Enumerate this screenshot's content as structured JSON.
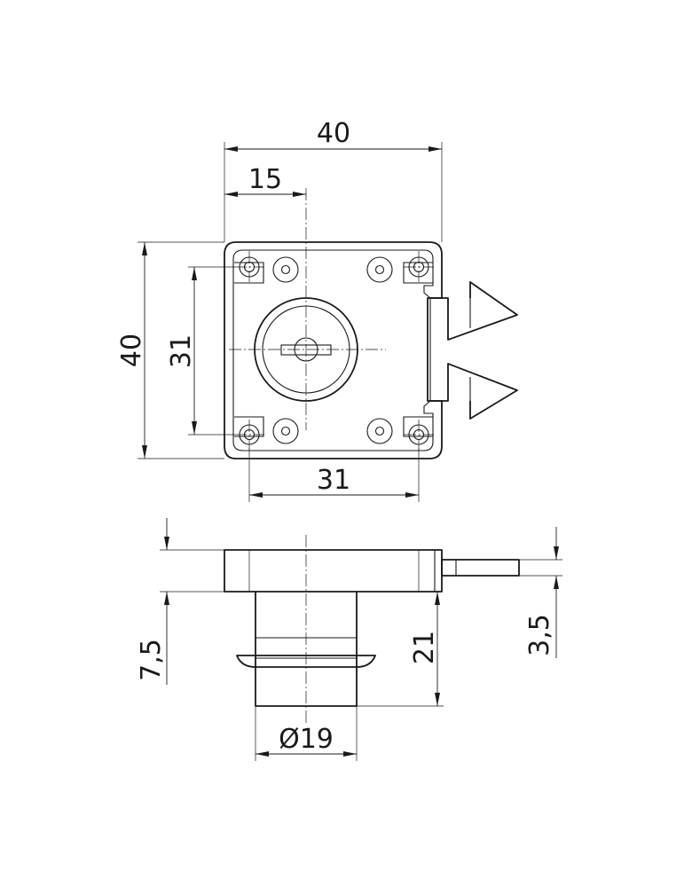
{
  "drawing": {
    "colors": {
      "line": "#1a1a1a",
      "background": "#ffffff"
    },
    "dimensions": {
      "top_width": "40",
      "key_offset": "15",
      "outer_height": "40",
      "hole_height": "31",
      "hole_width": "31",
      "plate_offset": "7,5",
      "total_depth": "21",
      "bolt_thickness": "3,5",
      "cylinder_diameter": "Ø19"
    }
  }
}
